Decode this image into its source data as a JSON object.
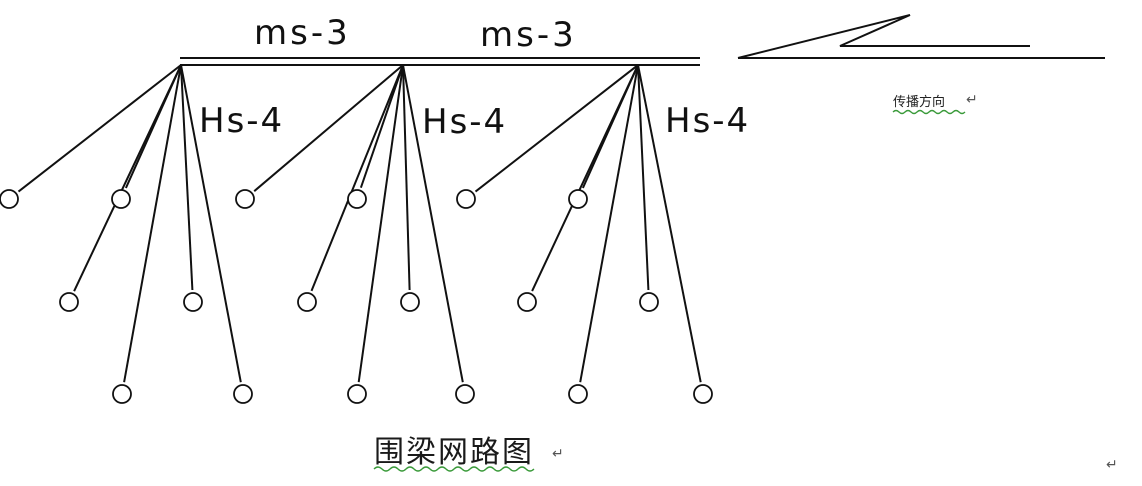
{
  "segment_labels": [
    "ms-3",
    "ms-3"
  ],
  "branch_labels": [
    "Hs-4",
    "Hs-4",
    "Hs-4"
  ],
  "direction_label": "传播方向",
  "caption": "围梁网路图",
  "paragraph_mark": "↵",
  "colors": {
    "line": "#111111",
    "spellcheck_underline": "#3a9a3a"
  }
}
